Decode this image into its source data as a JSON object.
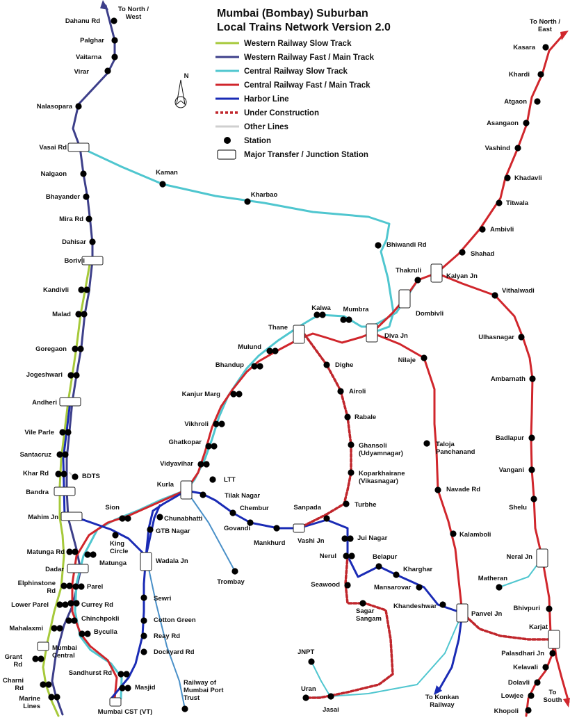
{
  "title": {
    "line1": "Mumbai (Bombay) Suburban",
    "line2": "Local Trains Network Version 2.0"
  },
  "legend": [
    {
      "key": "western_slow",
      "label": "Western Railway Slow Track",
      "kind": "line",
      "color": "#a6c93a"
    },
    {
      "key": "western_fast",
      "label": "Western Railway Fast / Main Track",
      "kind": "line",
      "color": "#3d3f8a"
    },
    {
      "key": "central_slow",
      "label": "Central Railway Slow Track",
      "kind": "line",
      "color": "#4fc6cf"
    },
    {
      "key": "central_fast",
      "label": "Central Railway Fast / Main Track",
      "kind": "line",
      "color": "#d0262c"
    },
    {
      "key": "harbor",
      "label": "Harbor Line",
      "kind": "line",
      "color": "#1a2bb5"
    },
    {
      "key": "under_construction",
      "label": "Under Construction",
      "kind": "dashed",
      "color": "#c0262c"
    },
    {
      "key": "other",
      "label": "Other Lines",
      "kind": "line",
      "color": "#cfcfcf"
    },
    {
      "key": "station",
      "label": "Station",
      "kind": "dot",
      "color": "#000000"
    },
    {
      "key": "junction",
      "label": "Major Transfer / Junction Station",
      "kind": "box",
      "color": "#000000"
    }
  ],
  "colors": {
    "western_slow": "#a6c93a",
    "western_fast": "#3d3f8a",
    "central_slow": "#4fc6cf",
    "central_fast": "#d0262c",
    "harbor": "#1a2bb5",
    "under_construction": "#c0262c",
    "port_trust": "#4a90c8",
    "other": "#cfcfcf"
  },
  "north_arrow": "N",
  "directions": {
    "nw": [
      "To North /",
      "West"
    ],
    "ne": [
      "To North /",
      "East"
    ],
    "south": [
      "To",
      "South"
    ],
    "konkan": [
      "To Konkan",
      "Railway"
    ]
  },
  "stations": {
    "dahanu": "Dahanu Rd",
    "palghar": "Palghar",
    "vaitarna": "Vaitarna",
    "virar": "Virar",
    "nalasopara": "Nalasopara",
    "vasai": "Vasai Rd",
    "nalgaon": "Nalgaon",
    "bhayander": "Bhayander",
    "mira": "Mira Rd",
    "dahisar": "Dahisar",
    "borivli": "Borivli",
    "kandivli": "Kandivli",
    "malad": "Malad",
    "goregaon": "Goregaon",
    "jogeshwari": "Jogeshwari",
    "andheri": "Andheri",
    "vileparle": "Vile Parle",
    "santacruz": "Santacruz",
    "khar": "Khar Rd",
    "bdts": "BDTS",
    "bandra": "Bandra",
    "mahim": "Mahim Jn",
    "matungard": "Matunga Rd",
    "dadar": "Dadar",
    "elphinstone": [
      "Elphinstone",
      "Rd"
    ],
    "lowerparel": "Lower Parel",
    "mahalaxmi": "Mahalaxmi",
    "grant": [
      "Grant",
      "Rd"
    ],
    "charni": [
      "Charni",
      "Rd"
    ],
    "marine": [
      "Marine",
      "Lines"
    ],
    "mumbaicentral": [
      "Mumbai",
      "Central"
    ],
    "kaman": "Kaman",
    "kharbao": "Kharbao",
    "bhiwandi": "Bhiwandi Rd",
    "kasara": "Kasara",
    "khardi": "Khardi",
    "atgaon": "Atgaon",
    "asangaon": "Asangaon",
    "vashind": "Vashind",
    "khadavli": "Khadavli",
    "titwala": "Titwala",
    "ambivli": "Ambivli",
    "shahad": "Shahad",
    "kalyan": "Kalyan Jn",
    "thakruli": "Thakruli",
    "vithalwadi": "Vithalwadi",
    "dombivli": "Dombivli",
    "ulhasnagar": "Ulhasnagar",
    "ambarnath": "Ambarnath",
    "badlapur": "Badlapur",
    "vangani": "Vangani",
    "shelu": "Shelu",
    "neral": "Neral Jn",
    "matheran": "Matheran",
    "bhivpuri": "Bhivpuri",
    "karjat": "Karjat",
    "palasdhari": "Palasdhari Jn",
    "kelavali": "Kelavali",
    "dolavli": "Dolavli",
    "lowjee": "Lowjee",
    "khopoli": "Khopoli",
    "kalwa": "Kalwa",
    "mumbra": "Mumbra",
    "diva": "Diva Jn",
    "thane": "Thane",
    "mulund": "Mulund",
    "bhandup": "Bhandup",
    "kanjur": "Kanjur Marg",
    "vikhroli": "Vikhroli",
    "ghatkopar": "Ghatkopar",
    "vidyavihar": "Vidyavihar",
    "ltt": "LTT",
    "kurla": "Kurla",
    "sion": "Sion",
    "kingcircle": [
      "King",
      "Circle"
    ],
    "matunga": "Matunga",
    "parel": "Parel",
    "curreyrd": "Currey Rd",
    "chinchpokli": "Chinchpokli",
    "byculla": "Byculla",
    "sandhurst": "Sandhurst Rd",
    "masjid": "Masjid",
    "cst": "Mumbai CST (VT)",
    "nilaje": "Nilaje",
    "taloja": [
      "Taloja",
      "Panchanand"
    ],
    "navade": "Navade Rd",
    "kalamboli": "Kalamboli",
    "dighe": "Dighe",
    "airoli": "Airoli",
    "rabale": "Rabale",
    "ghansoli": [
      "Ghansoli",
      "(Udyamnagar)"
    ],
    "kopar": [
      "Koparkhairane",
      "(Vikasnagar)"
    ],
    "turbhe": "Turbhe",
    "tilak": "Tilak Nagar",
    "chunabhatti": "Chunabhatti",
    "gtb": "GTB Nagar",
    "chembur": "Chembur",
    "govandi": "Govandi",
    "trombay": "Trombay",
    "mankhurd": "Mankhurd",
    "sanpada": "Sanpada",
    "vashi": "Vashi Jn",
    "juinagar": "Jui Nagar",
    "nerul": "Nerul",
    "seawood": "Seawood",
    "belapur": "Belapur",
    "kharghar": "Kharghar",
    "mansarovar": "Mansarovar",
    "khandeshwar": "Khandeshwar",
    "panvel": "Panvel Jn",
    "sagar": [
      "Sagar",
      "Sangam"
    ],
    "wadala": "Wadala Jn",
    "sewri": "Sewri",
    "cotton": "Cotton Green",
    "reay": "Reay Rd",
    "dockyard": "Dockyard Rd",
    "portrust": [
      "Railway of",
      "Mumbai Port",
      "Trust"
    ],
    "jnpt": "JNPT",
    "uran": "Uran",
    "jasai": "Jasai"
  }
}
